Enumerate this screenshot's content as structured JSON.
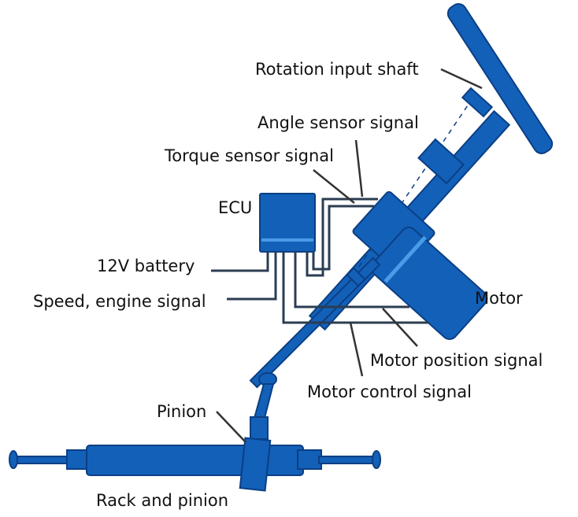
{
  "title": "Electric power steering system",
  "colors": {
    "part": "#1360b8",
    "part_dark": "#0b3f84",
    "highlight": "#4a9be8",
    "wire": "#2b3d52",
    "text": "#111111"
  },
  "labels": {
    "rotation_input_shaft": "Rotation input shaft",
    "angle_sensor_signal": "Angle sensor signal",
    "torque_sensor_signal": "Torque sensor signal",
    "ecu": "ECU",
    "battery": "12V battery",
    "speed_engine_signal": "Speed, engine signal",
    "motor": "Motor",
    "motor_position_signal": "Motor position signal",
    "motor_control_signal": "Motor control signal",
    "pinion": "Pinion",
    "rack_and_pinion": "Rack and pinion"
  }
}
